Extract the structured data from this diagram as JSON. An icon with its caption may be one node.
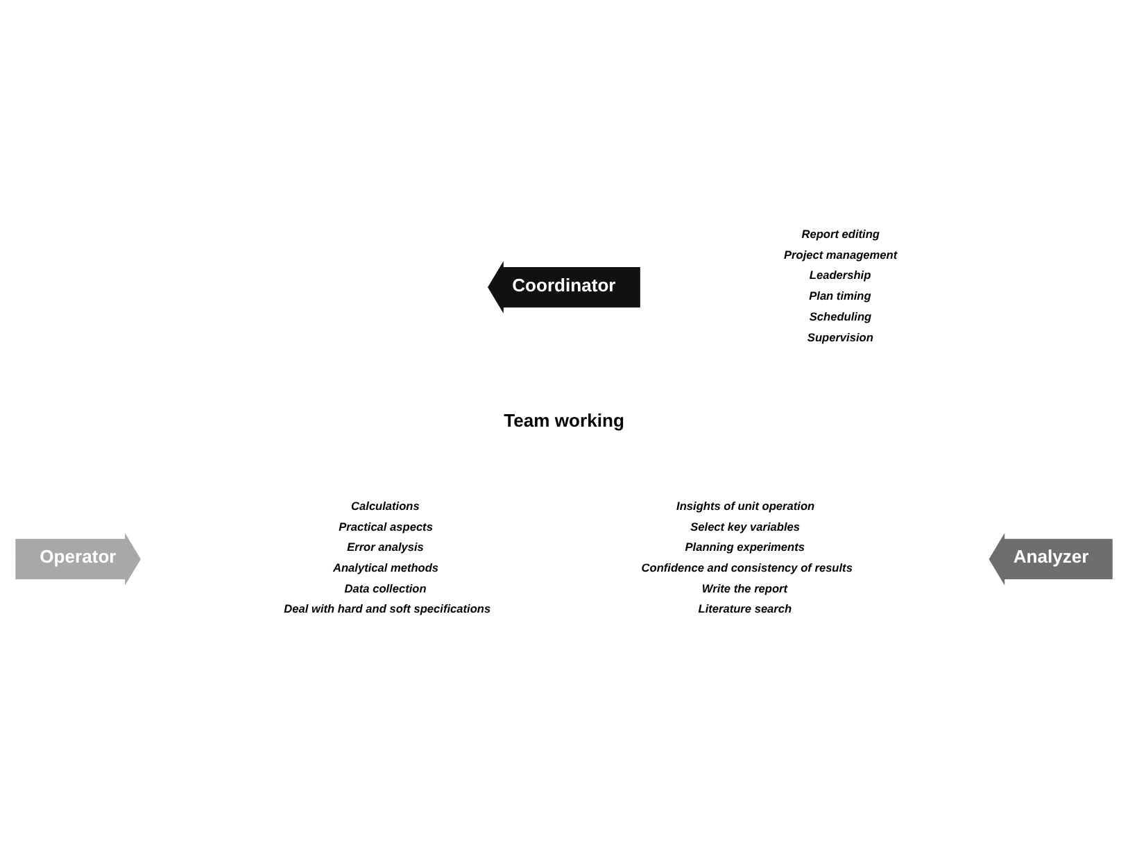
{
  "diagram": {
    "nodes": [
      {
        "text": [
          "Coordinator"
        ],
        "beside": [
          "Report editing",
          "Project management",
          "Leadership",
          "Plan timing",
          "Scheduling",
          "Supervision"
        ]
      },
      {
        "text": [
          "Analyzer"
        ],
        "beside": [
          "Insights of unit operation",
          "Select key variables",
          "Planning experiments",
          "Confidence and consistency of results",
          "Write the report",
          "Literature search"
        ]
      },
      {
        "text": [
          "Operator"
        ],
        "beside": [
          "Calculations",
          "Practical aspects",
          "Error analysis",
          "Analytical methods",
          "Data collection",
          "Deal with hard and soft specifications"
        ]
      }
    ],
    "labels": [
      "Team working"
    ]
  }
}
